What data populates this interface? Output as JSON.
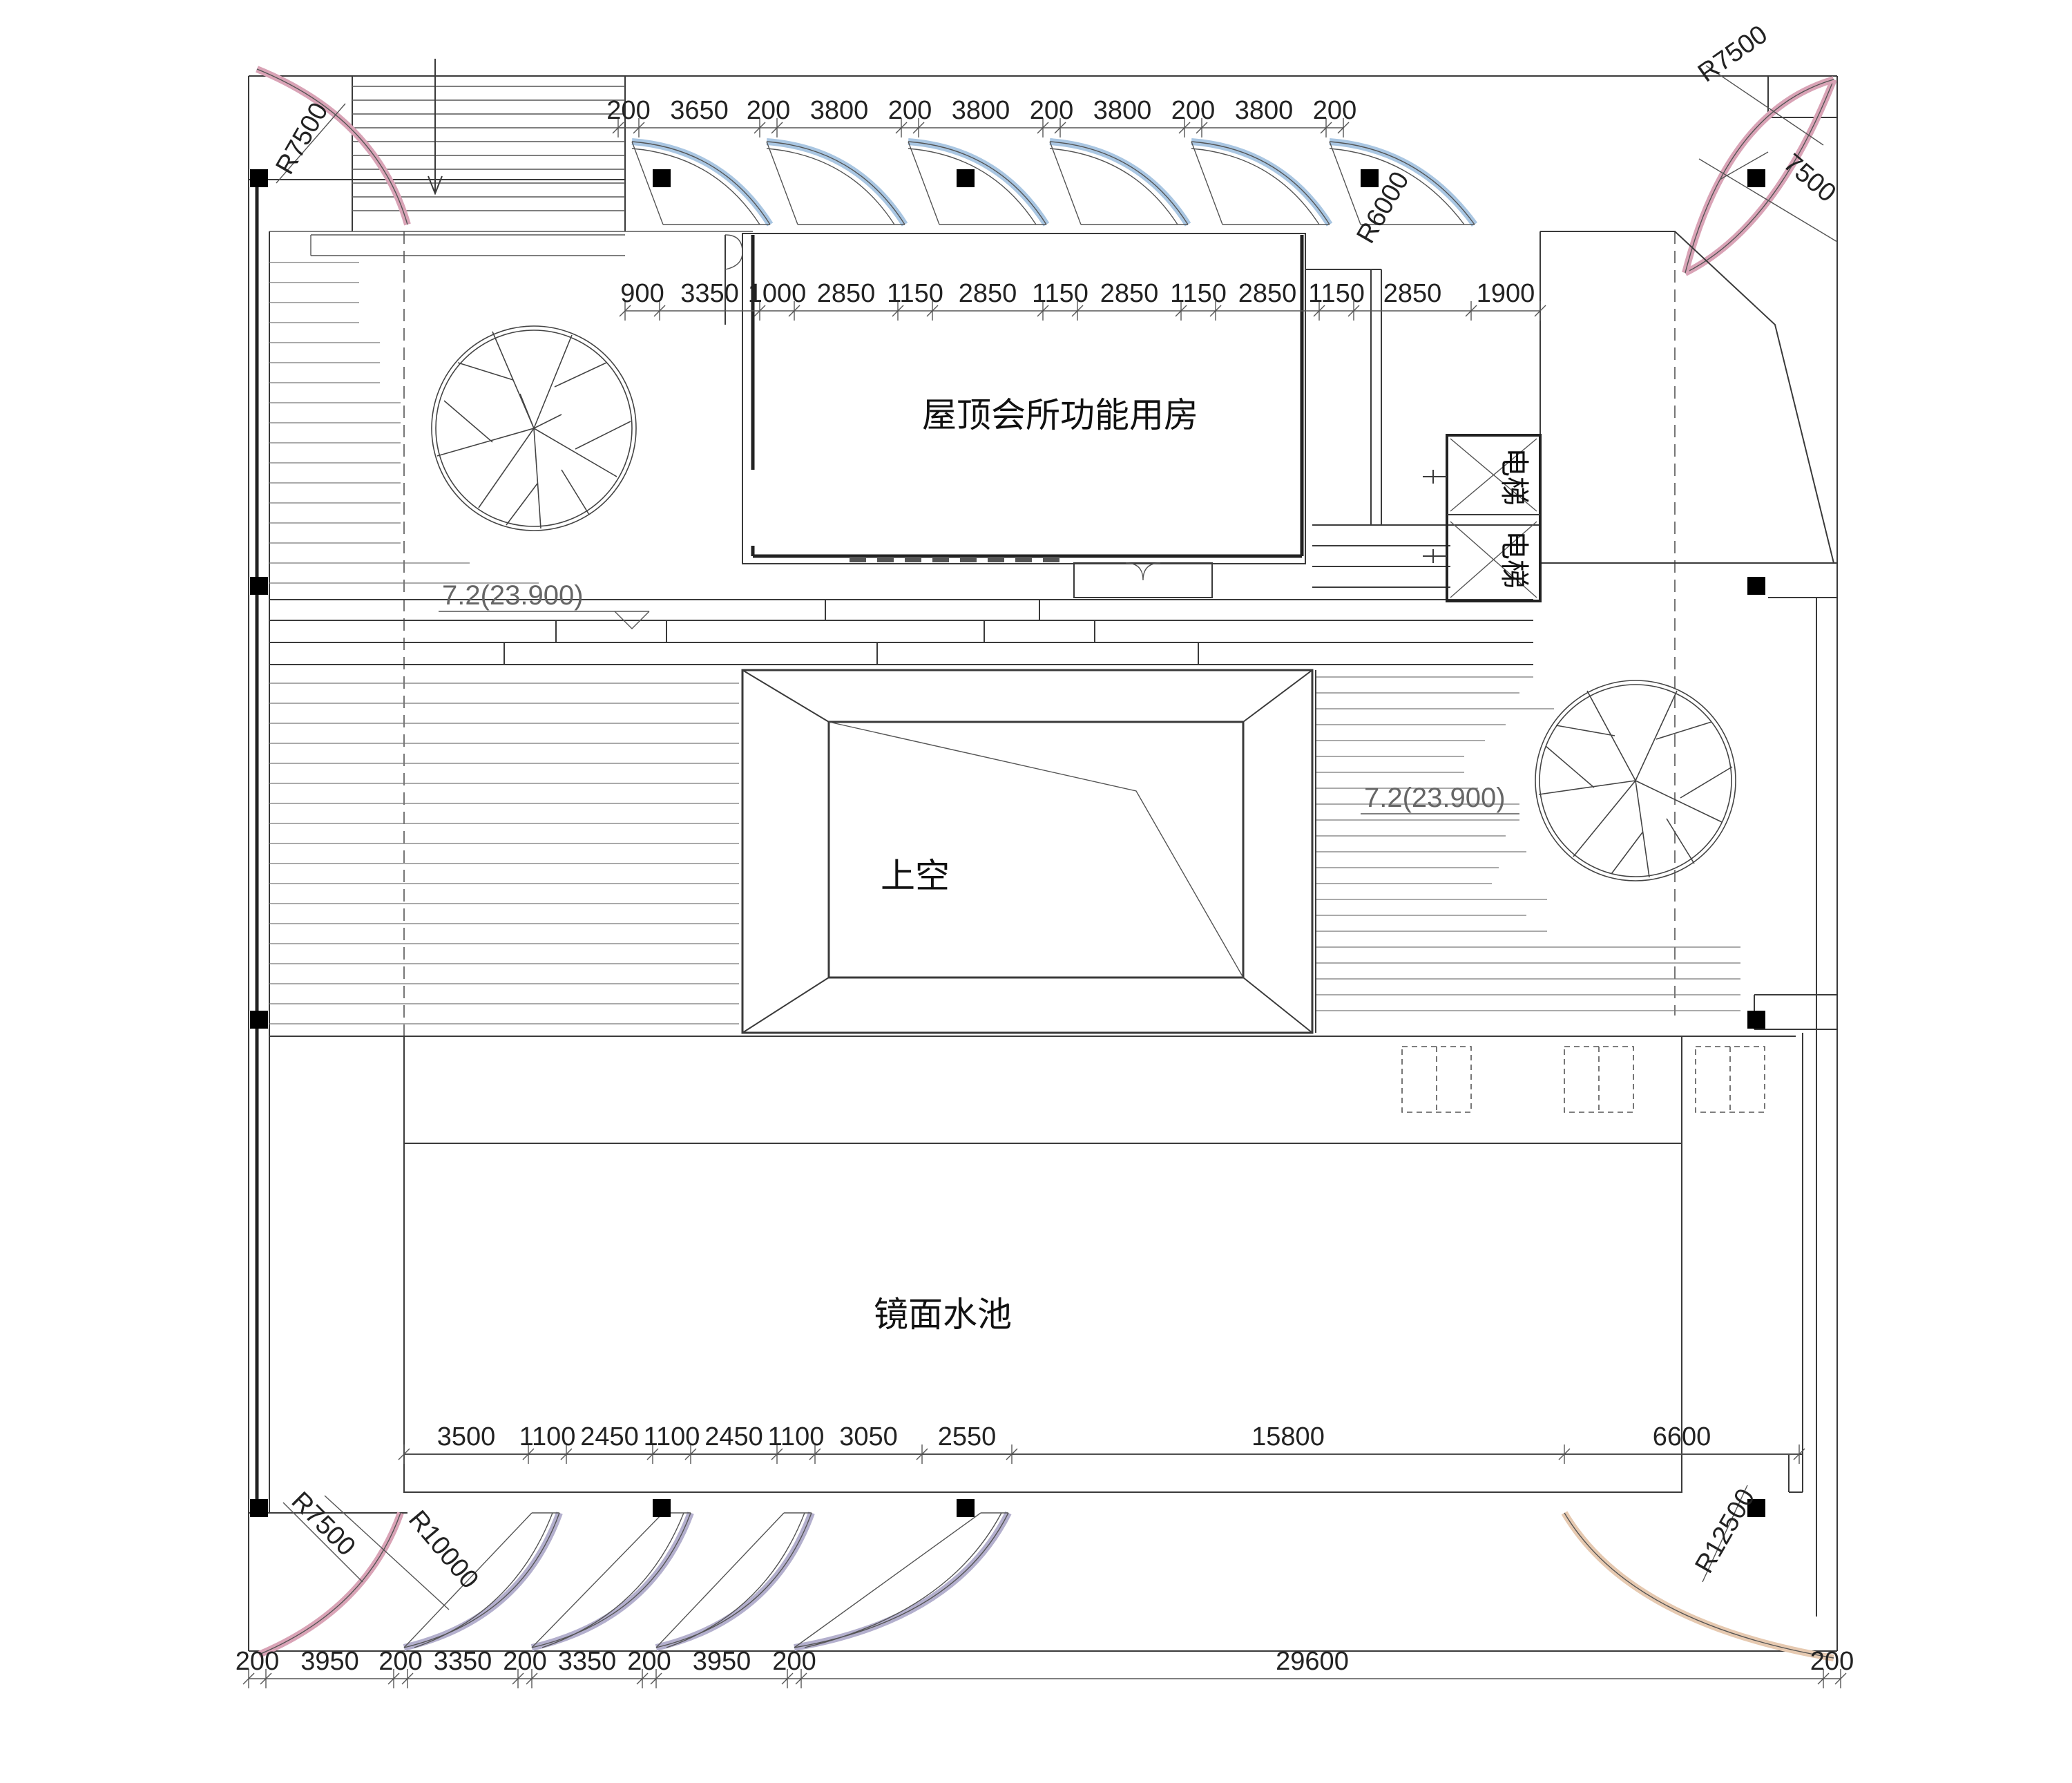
{
  "rooms": {
    "clubhouse": "屋顶会所功能用房",
    "void": "上空",
    "pool": "镜面水池",
    "stair_glyph": "电梯"
  },
  "elevations": [
    "7.2(23.900)",
    "7.2(23.900)"
  ],
  "radii": {
    "top_left": "R7500",
    "top_right_a": "R7500",
    "top_right_b": "7500",
    "top_fan": "R6000",
    "bottom_left_a": "R7500",
    "bottom_left_b": "R10000",
    "bottom_right": "R12500"
  },
  "dims_top": [
    "200",
    "3650",
    "200",
    "3800",
    "200",
    "3800",
    "200",
    "3800",
    "200",
    "3800",
    "200"
  ],
  "dims_upper": [
    "900",
    "3350",
    "1000",
    "2850",
    "1150",
    "2850",
    "1150",
    "2850",
    "1150",
    "2850",
    "1150",
    "2850",
    "1900"
  ],
  "dims_pool": [
    "3500",
    "1100",
    "2450",
    "1100",
    "2450",
    "1100",
    "3050",
    "2550",
    "15800",
    "6600"
  ],
  "dims_bottom": [
    "200",
    "3950",
    "200",
    "3350",
    "200",
    "3350",
    "200",
    "3950",
    "200",
    "29600",
    "200"
  ],
  "colors": {
    "arc_pink": "#d9a3b6",
    "arc_blue": "#a9c6e2",
    "arc_purple": "#b3afcd",
    "arc_tan": "#e6c9b0"
  }
}
